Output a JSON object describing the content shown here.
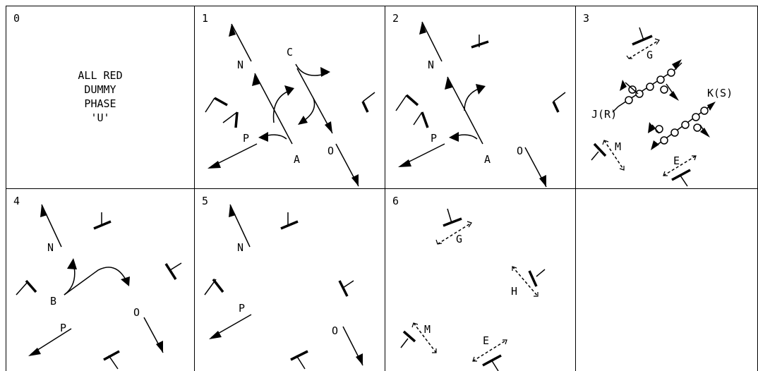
{
  "panels": [
    {
      "number": "0",
      "lines": [
        "ALL RED",
        "DUMMY",
        "PHASE",
        "'U'"
      ]
    },
    {
      "number": "1",
      "labels": {
        "N": "N",
        "C": "C",
        "P": "P",
        "A": "A",
        "O": "O"
      }
    },
    {
      "number": "2",
      "labels": {
        "N": "N",
        "P": "P",
        "A": "A",
        "O": "O"
      }
    },
    {
      "number": "3",
      "labels": {
        "G": "G",
        "JR": "J(R)",
        "KS": "K(S)",
        "M": "M",
        "E": "E"
      }
    },
    {
      "number": "4",
      "labels": {
        "N": "N",
        "B": "B",
        "P": "P",
        "O": "O"
      }
    },
    {
      "number": "5",
      "labels": {
        "N": "N",
        "P": "P",
        "O": "O"
      }
    },
    {
      "number": "6",
      "labels": {
        "G": "G",
        "H": "H",
        "M": "M",
        "E": "E"
      }
    },
    {
      "number": ""
    }
  ]
}
